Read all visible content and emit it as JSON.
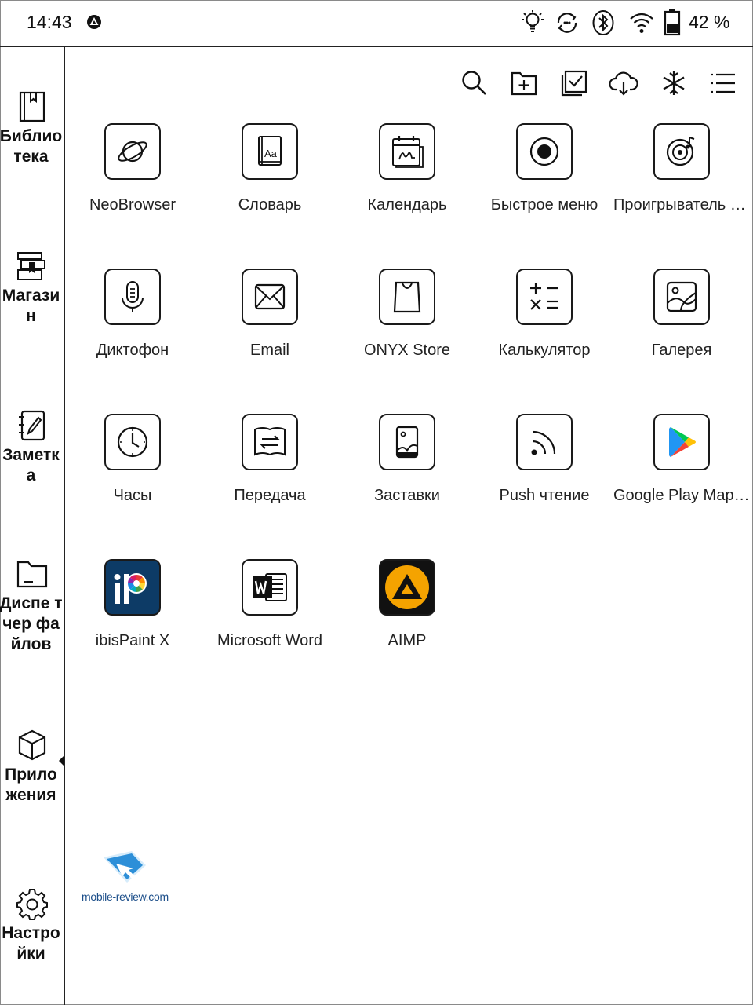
{
  "status_bar": {
    "time": "14:43",
    "battery_text": "42 %",
    "battery_level": 0.42,
    "icons": [
      "app-notification-icon",
      "frontlight-icon",
      "refresh-icon",
      "bluetooth-icon",
      "wifi-icon",
      "battery-icon"
    ]
  },
  "sidebar": {
    "items": [
      {
        "label": "Библио тека",
        "icon": "book-icon"
      },
      {
        "label": "Магази н",
        "icon": "store-books-icon"
      },
      {
        "label": "Заметк а",
        "icon": "notebook-pen-icon"
      },
      {
        "label": "Диспе тчер файлов",
        "icon": "folder-icon"
      },
      {
        "label": "Прило жения",
        "icon": "cube-icon",
        "selected": true
      },
      {
        "label": "Настро йки",
        "icon": "gear-icon"
      }
    ]
  },
  "toolbar": {
    "buttons": [
      "search-icon",
      "new-folder-icon",
      "multi-select-icon",
      "cloud-download-icon",
      "freeze-icon",
      "list-view-icon"
    ]
  },
  "apps": [
    {
      "label": "NeoBrowser",
      "icon": "planet-icon"
    },
    {
      "label": "Словарь",
      "icon": "dictionary-icon"
    },
    {
      "label": "Календарь",
      "icon": "calendar-icon"
    },
    {
      "label": "Быстрое меню",
      "icon": "record-dot-icon"
    },
    {
      "label": "Проигрыватель музыки",
      "icon": "music-player-icon"
    },
    {
      "label": "Диктофон",
      "icon": "microphone-icon"
    },
    {
      "label": "Email",
      "icon": "envelope-icon"
    },
    {
      "label": "ONYX Store",
      "icon": "shopping-bag-icon"
    },
    {
      "label": "Калькулятор",
      "icon": "calculator-icon"
    },
    {
      "label": "Галерея",
      "icon": "gallery-icon"
    },
    {
      "label": "Часы",
      "icon": "clock-icon"
    },
    {
      "label": "Передача",
      "icon": "transfer-book-icon"
    },
    {
      "label": "Заставки",
      "icon": "screensaver-icon"
    },
    {
      "label": "Push чтение",
      "icon": "rss-icon"
    },
    {
      "label": "Google Play Маркет",
      "icon": "google-play-icon"
    },
    {
      "label": "ibisPaint X",
      "icon": "ibispaint-icon"
    },
    {
      "label": "Microsoft Word",
      "icon": "word-icon"
    },
    {
      "label": "AIMP",
      "icon": "aimp-icon"
    }
  ],
  "watermark": {
    "text": "mobile-review.com"
  },
  "colors": {
    "ibispaint_bg": "#0d3b66",
    "aimp_orange": "#f5a300",
    "word_blue": "#185abd"
  }
}
